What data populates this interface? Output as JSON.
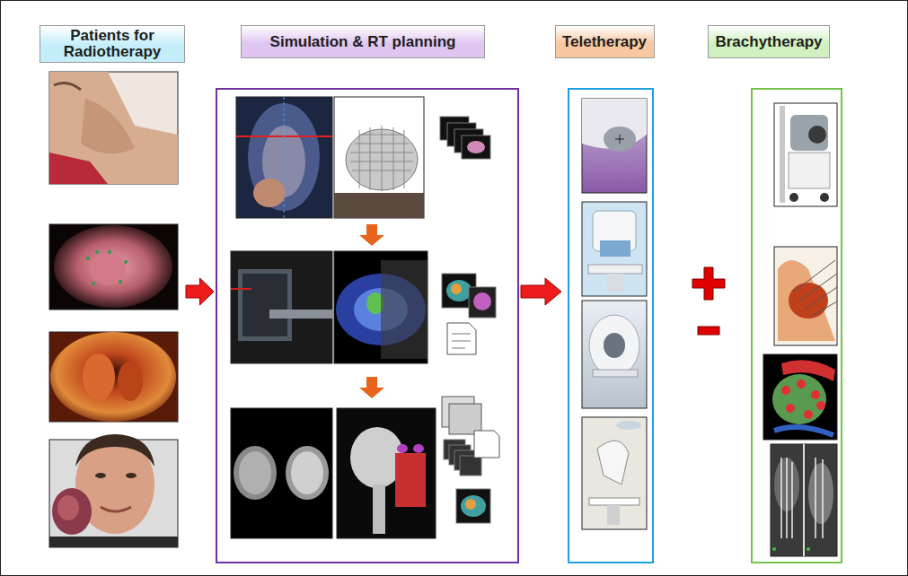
{
  "diagram": {
    "nodes": [
      {
        "text": [
          "Patients for Radiotherapy"
        ]
      },
      {
        "text": [
          "Simulation & RT planning"
        ]
      },
      {
        "text": [
          "Teletherapy"
        ]
      },
      {
        "text": [
          "Brachytherapy"
        ]
      }
    ],
    "edges": [
      {
        "from": 0,
        "to": 1,
        "arrow": "to"
      },
      {
        "from": 1,
        "to": 2,
        "arrow": "to"
      }
    ]
  }
}
